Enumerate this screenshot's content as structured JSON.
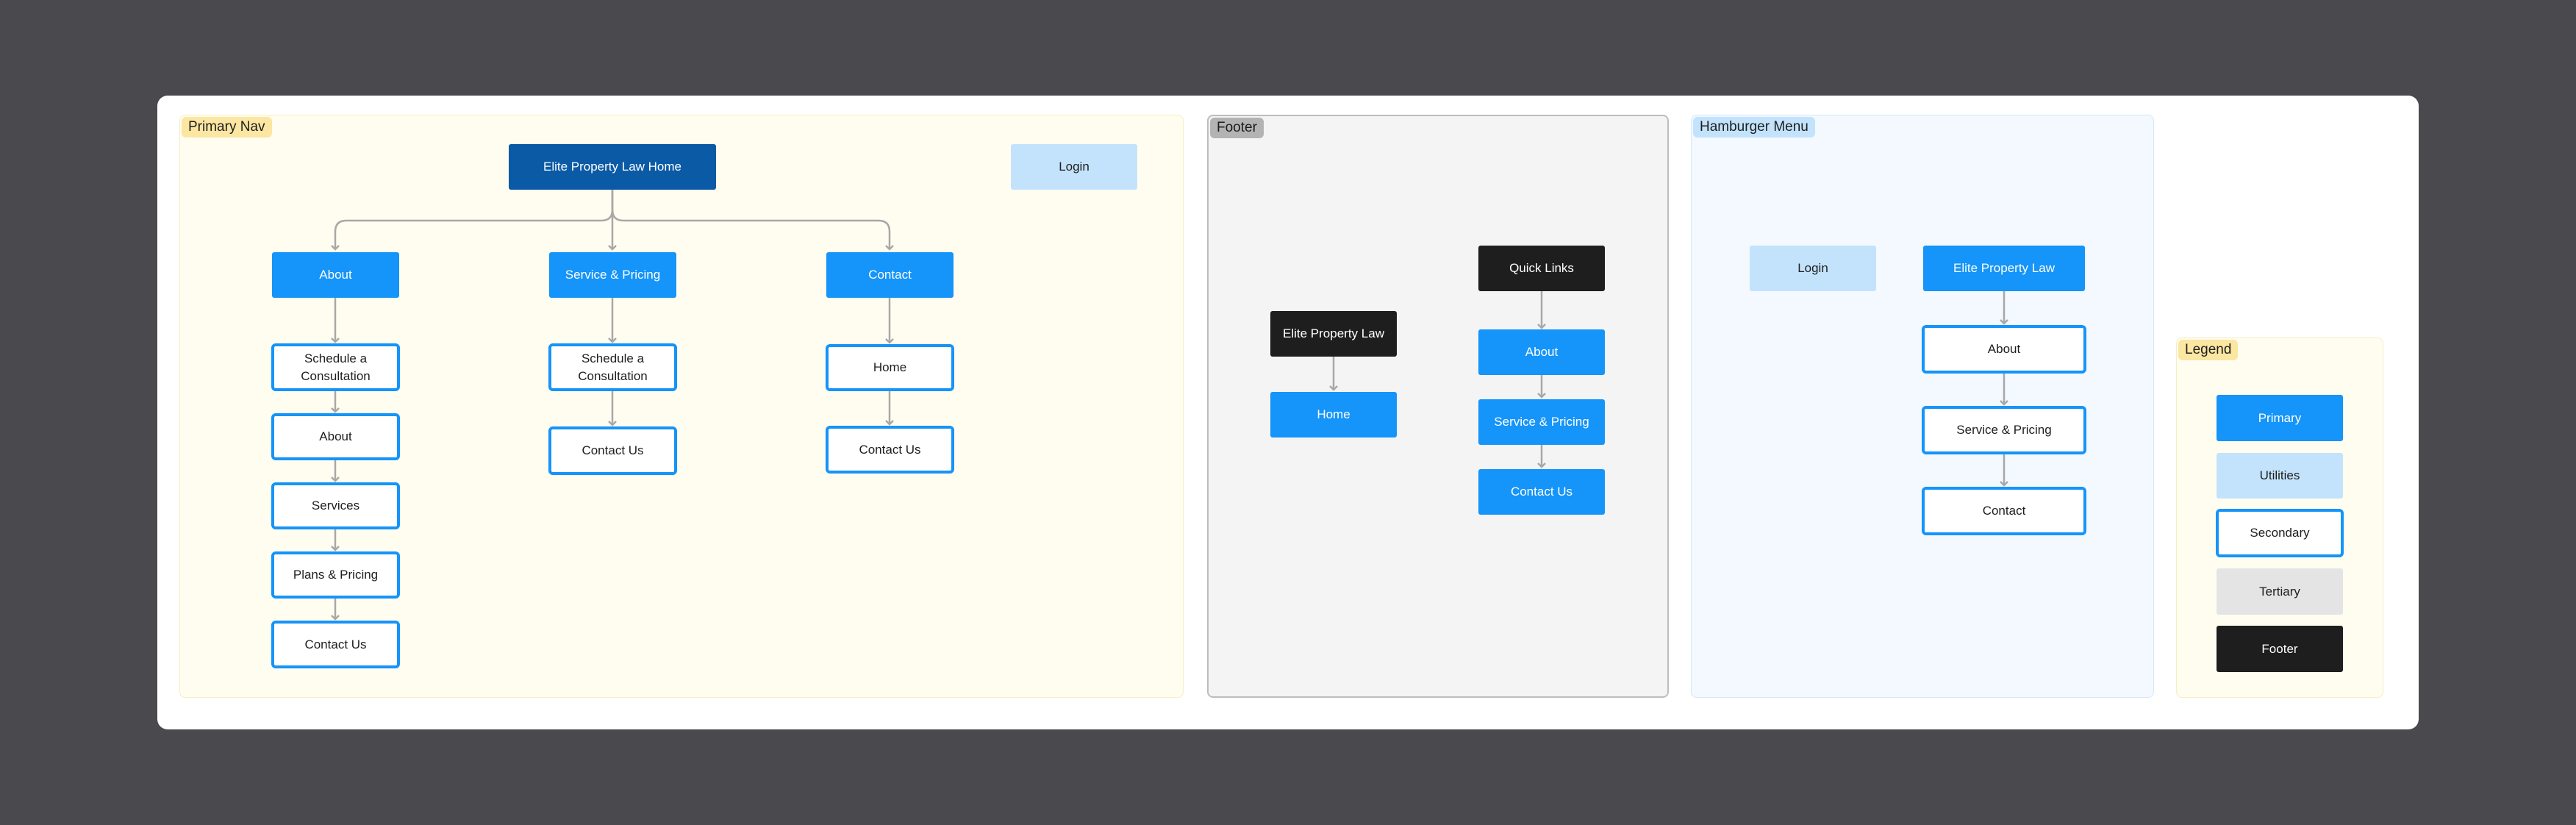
{
  "primary_nav": {
    "label": "Primary Nav",
    "home": "Elite Property Law Home",
    "login": "Login",
    "columns": [
      {
        "head": "About",
        "items": [
          "Schedule a Consultation",
          "About",
          "Services",
          "Plans & Pricing",
          "Contact Us"
        ]
      },
      {
        "head": "Service & Pricing",
        "items": [
          "Schedule a Consultation",
          "Contact Us"
        ]
      },
      {
        "head": "Contact",
        "items": [
          "Home",
          "Contact Us"
        ]
      }
    ]
  },
  "footer": {
    "label": "Footer",
    "brand": "Elite Property Law",
    "brand_child": "Home",
    "quick_links": "Quick Links",
    "links": [
      "About",
      "Service & Pricing",
      "Contact Us"
    ]
  },
  "hamburger": {
    "label": "Hamburger Menu",
    "login": "Login",
    "brand": "Elite Property Law",
    "items": [
      "About",
      "Service & Pricing",
      "Contact"
    ]
  },
  "legend": {
    "label": "Legend",
    "items": [
      "Primary",
      "Utilities",
      "Secondary",
      "Tertiary",
      "Footer"
    ]
  },
  "colors": {
    "primary": "#1594f9",
    "home_node": "#0b5aa6",
    "utility": "#c3e3fc",
    "tertiary": "#e4e4e4",
    "footer": "#1e1e1e",
    "connector": "#a8a8a8"
  }
}
